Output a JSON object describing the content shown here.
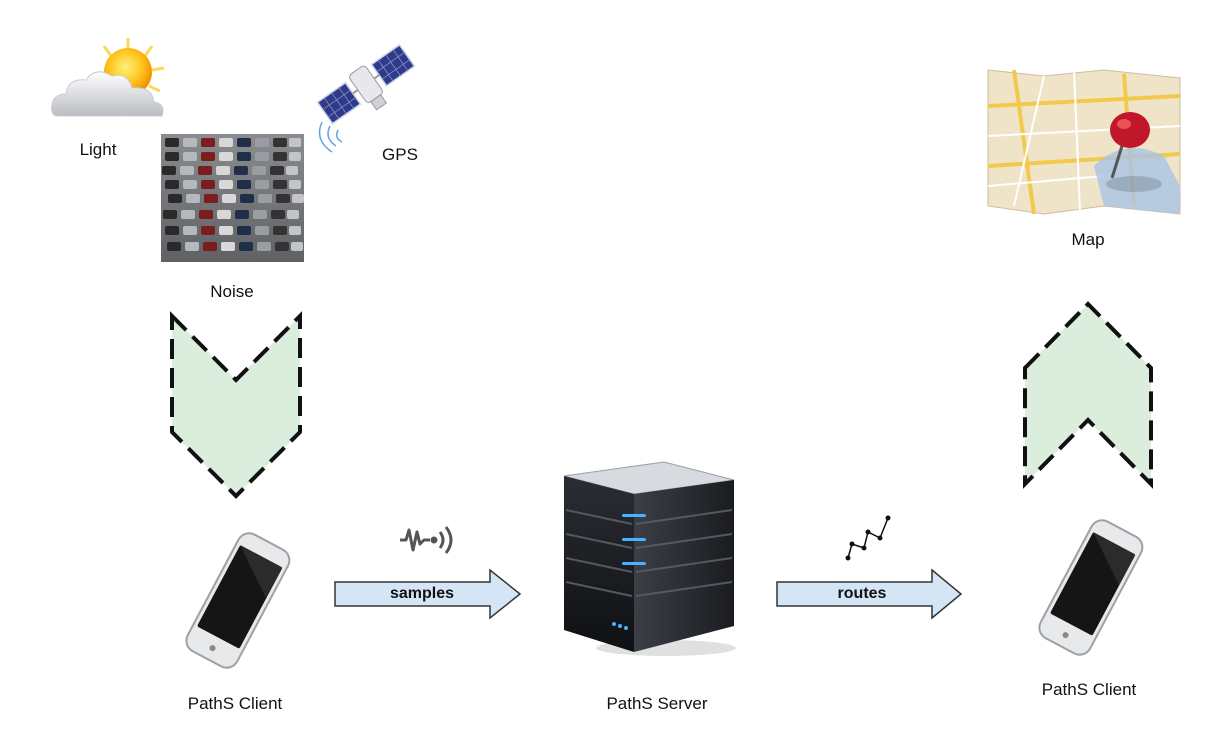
{
  "sensors": {
    "light_label": "Light",
    "gps_label": "GPS",
    "noise_label": "Noise"
  },
  "map": {
    "label": "Map"
  },
  "client_left": {
    "label": "PathS Client"
  },
  "server": {
    "label": "PathS Server"
  },
  "client_right": {
    "label": "PathS Client"
  },
  "arrows": {
    "samples_label": "samples",
    "routes_label": "routes"
  },
  "colors": {
    "chevron_fill": "#dbeedd",
    "arrow_fill": "#d4e6f5",
    "dash": "#111111"
  },
  "icons": [
    "weather-sun-cloud-icon",
    "satellite-icon",
    "traffic-photo",
    "map-pin-icon",
    "smartphone-icon",
    "server-icon",
    "signal-wave-icon",
    "route-path-icon"
  ]
}
